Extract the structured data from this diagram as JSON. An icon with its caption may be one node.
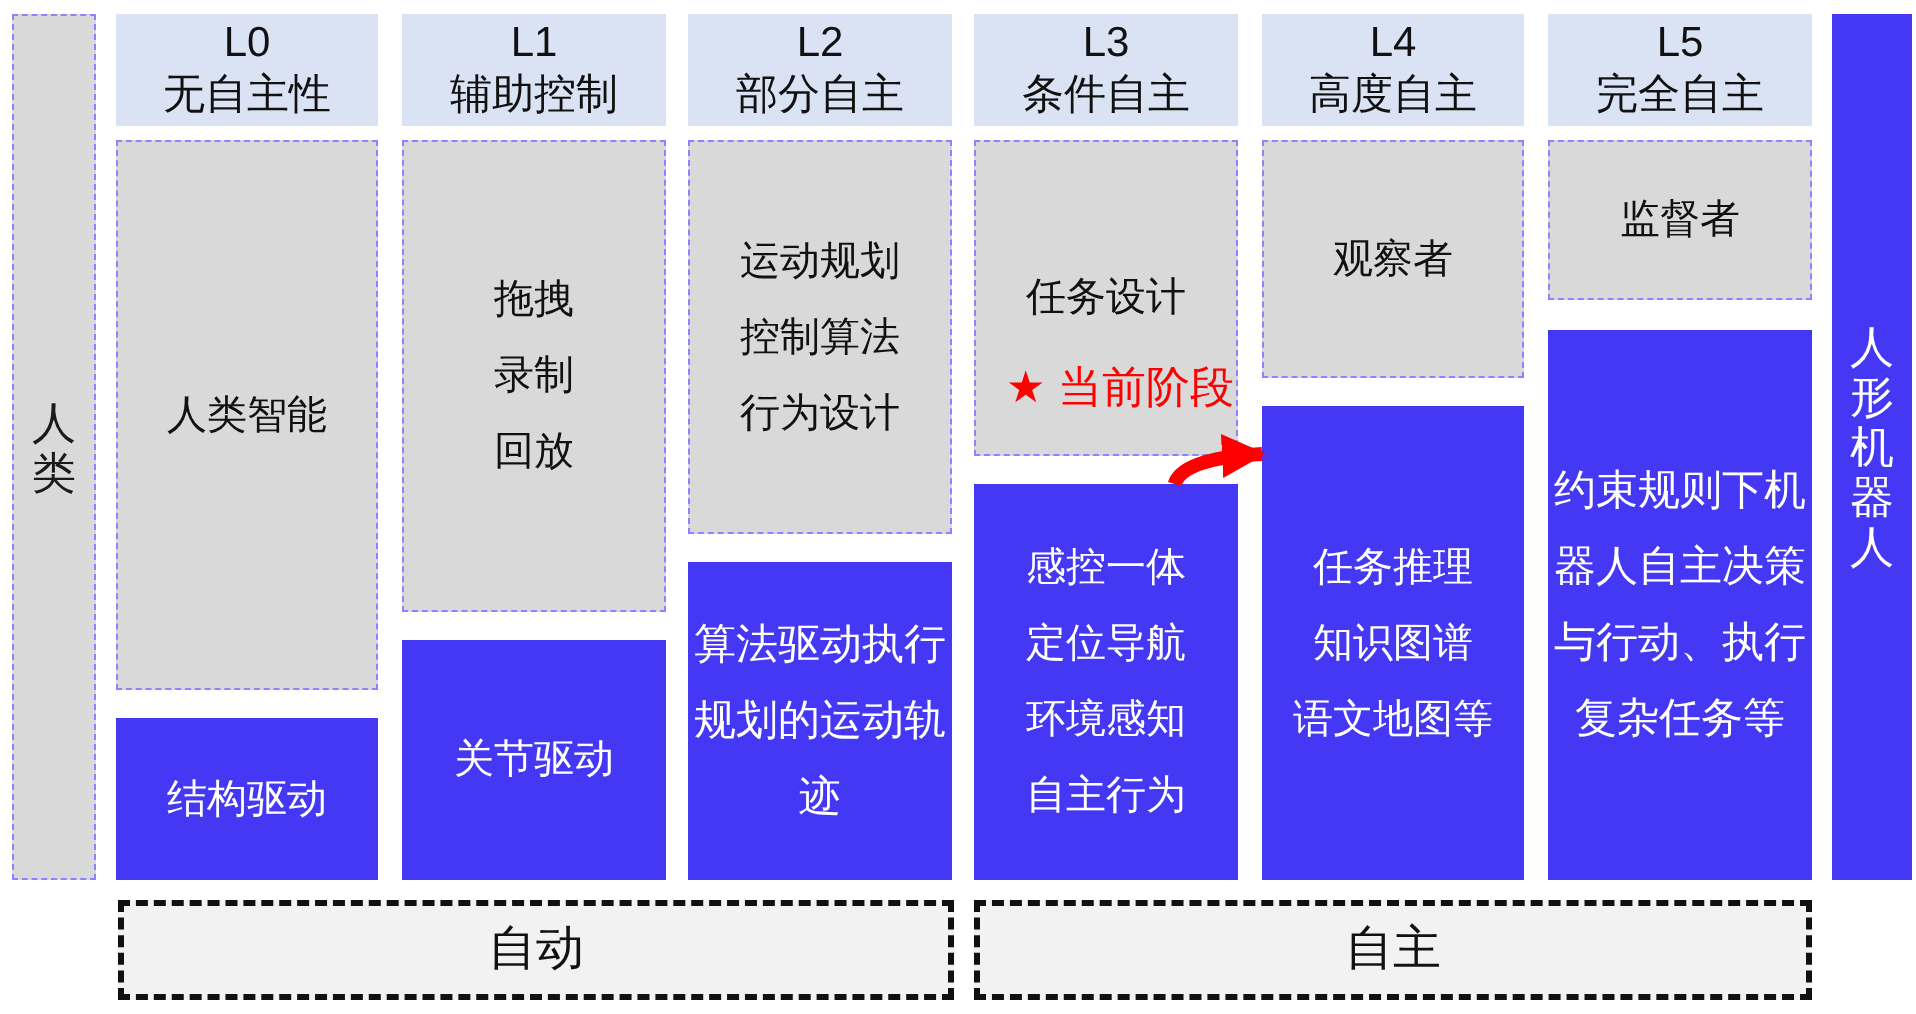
{
  "diagram": {
    "nodes": [
      {
        "text": [
          "人类"
        ]
      },
      {
        "text": [
          "L0",
          "无自主性"
        ]
      },
      {
        "text": [
          "人类智能"
        ]
      },
      {
        "text": [
          "结构驱动"
        ]
      },
      {
        "text": [
          "L1",
          "辅助控制"
        ]
      },
      {
        "text": [
          "拖拽",
          "录制",
          "回放"
        ]
      },
      {
        "text": [
          "关节驱动"
        ]
      },
      {
        "text": [
          "L2",
          "部分自主"
        ]
      },
      {
        "text": [
          "运动规划",
          "控制算法",
          "行为设计"
        ]
      },
      {
        "text": [
          "算法驱动执行规划的运动轨迹"
        ]
      },
      {
        "text": [
          "L3",
          "条件自主"
        ]
      },
      {
        "text": [
          "任务设计"
        ]
      },
      {
        "text": [
          "感控一体",
          "定位导航",
          "环境感知",
          "自主行为"
        ]
      },
      {
        "text": [
          "L4",
          "高度自主"
        ]
      },
      {
        "text": [
          "观察者"
        ]
      },
      {
        "text": [
          "任务推理",
          "知识图谱",
          "语文地图等"
        ]
      },
      {
        "text": [
          "L5",
          "完全自主"
        ]
      },
      {
        "text": [
          "监督者"
        ]
      },
      {
        "text": [
          "约束规则下机器人自主决策与行动、执行复杂任务等"
        ]
      },
      {
        "text": [
          "人形机器人"
        ]
      },
      {
        "text": [
          "自动"
        ]
      },
      {
        "text": [
          "自主"
        ]
      }
    ],
    "edges": [
      {
        "from": 12,
        "to": 15,
        "arrow": "to",
        "color": "#ff0000"
      }
    ],
    "labels": [
      "★ 当前阶段"
    ]
  }
}
